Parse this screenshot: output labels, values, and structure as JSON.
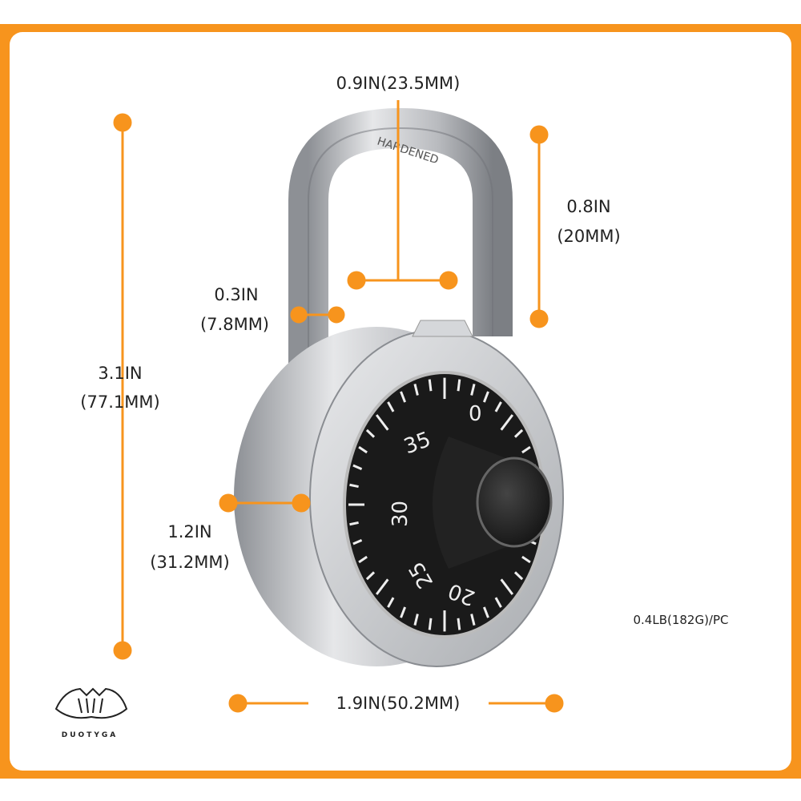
{
  "dimensions": {
    "shackle_width": "0.9IN(23.5MM)",
    "shackle_clearance_in": "0.8IN",
    "shackle_clearance_mm": "(20MM)",
    "shackle_diameter_in": "0.3IN",
    "shackle_diameter_mm": "(7.8MM)",
    "total_height_in": "3.1IN",
    "total_height_mm": "(77.1MM)",
    "body_depth_in": "1.2IN",
    "body_depth_mm": "(31.2MM)",
    "body_width": "1.9IN(50.2MM)",
    "weight": "0.4LB(182G)/PC"
  },
  "product": {
    "shackle_engraving": "HARDENED",
    "dial_numbers": [
      "0",
      "35",
      "30",
      "25",
      "20"
    ]
  },
  "brand": {
    "name": "DUOTYGA"
  },
  "colors": {
    "accent": "#f7941d",
    "dial": "#1a1a1a",
    "steel": "#c9cbce"
  }
}
